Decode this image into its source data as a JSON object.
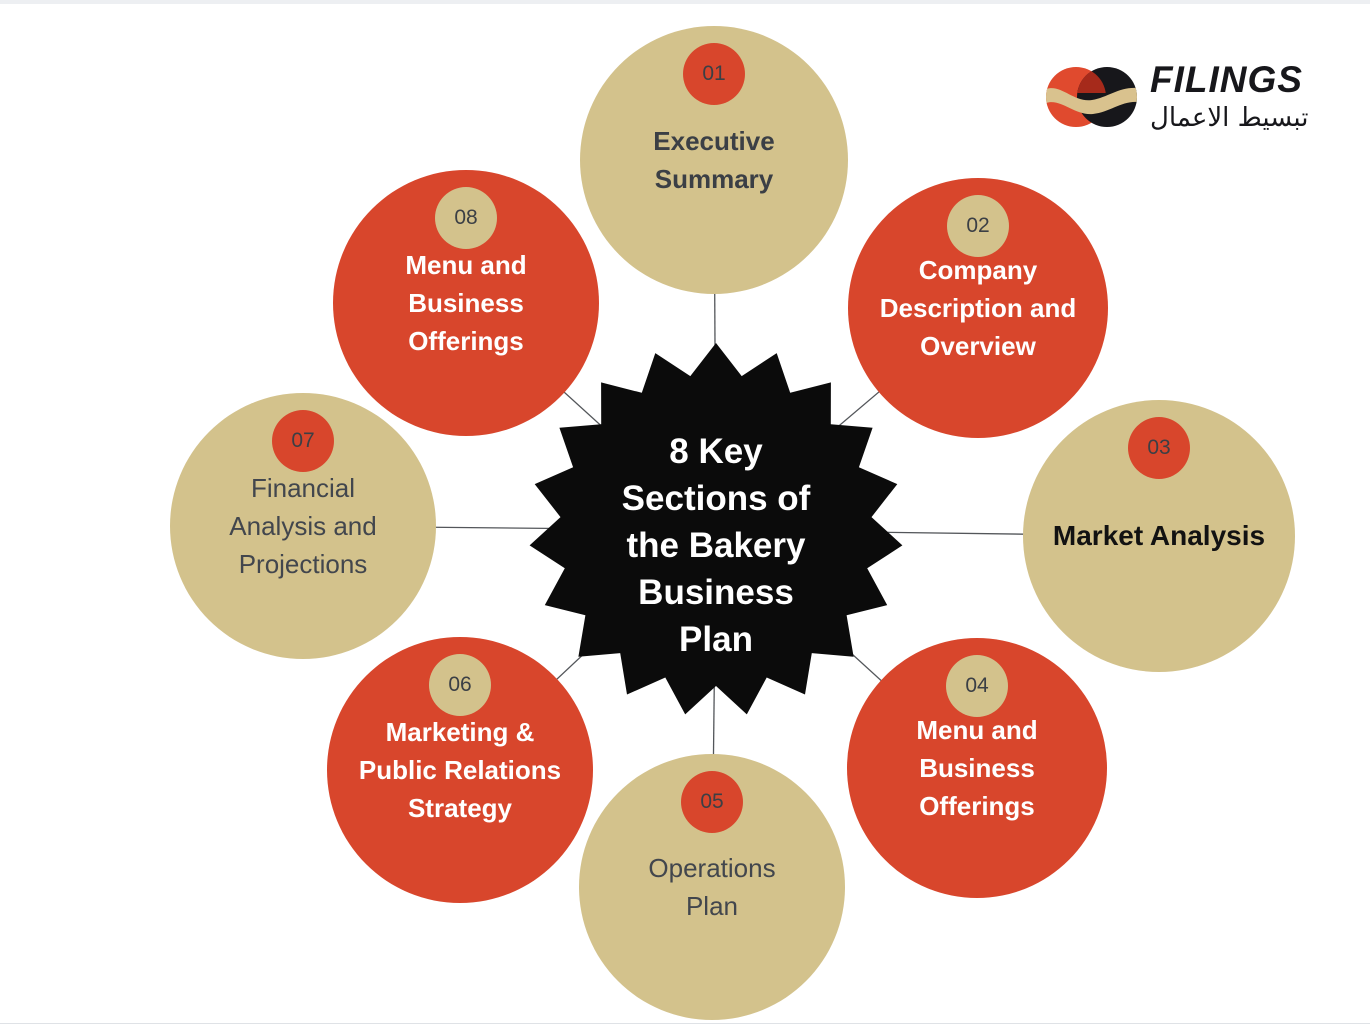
{
  "palette": {
    "red": "#D8462C",
    "tan": "#D3C28C",
    "black": "#0B0B0B",
    "textDark": "#3B3F45",
    "connector": "#53565A",
    "markRed": "#E04A2E",
    "markBlack": "#17171B",
    "markOverlap": "#A62A1B",
    "markRibbon": "#D9C28E"
  },
  "logo": {
    "brand": "FILINGS",
    "tagline_arabic": "تبسيط الاعمال"
  },
  "center": {
    "title": "8 Key\nSections of\nthe Bakery\nBusiness\nPlan"
  },
  "nodes": [
    {
      "number": "01",
      "label": "Executive Summary",
      "variant": "tan"
    },
    {
      "number": "02",
      "label": "Company Description and Overview",
      "variant": "red"
    },
    {
      "number": "03",
      "label": "Market Analysis",
      "variant": "tan"
    },
    {
      "number": "04",
      "label": "Menu and Business Offerings",
      "variant": "red"
    },
    {
      "number": "05",
      "label": "Operations Plan",
      "variant": "tan"
    },
    {
      "number": "06",
      "label": "Marketing & Public Relations Strategy",
      "variant": "red"
    },
    {
      "number": "07",
      "label": "Financial Analysis and Projections",
      "variant": "tan"
    },
    {
      "number": "08",
      "label": "Menu and Business Offerings",
      "variant": "red"
    }
  ]
}
